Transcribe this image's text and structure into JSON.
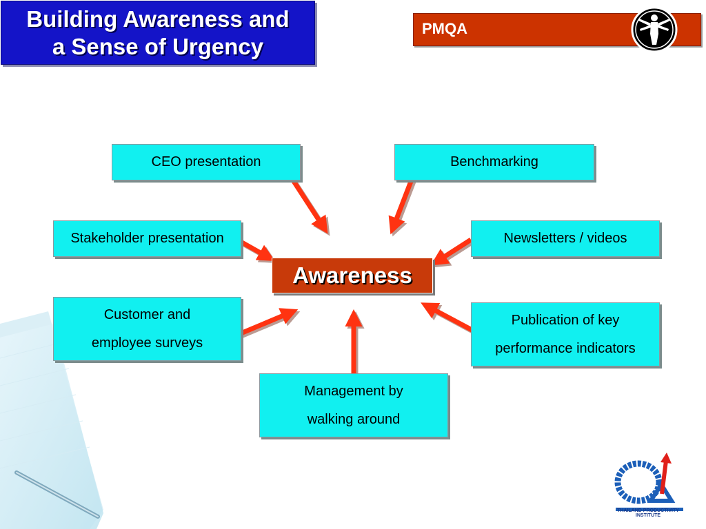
{
  "title": "Building Awareness and\na Sense of Urgency",
  "header_tag": "PMQA",
  "center": "Awareness",
  "sources": {
    "ceo": "CEO presentation",
    "benchmarking": "Benchmarking",
    "stakeholder": "Stakeholder presentation",
    "newsletters": "Newsletters / videos",
    "surveys": "Customer and\nemployee surveys",
    "kpi": "Publication of key\nperformance indicators",
    "mbwa": "Management by\nwalking around"
  },
  "logo": {
    "org_en": "THAILAND PRODUCTIVITY INSTITUTE"
  },
  "colors": {
    "title_bg": "#1414c8",
    "header_bg": "#cc3300",
    "source_box": "#11f0f0",
    "center_box": "#c83a0a",
    "arrow": "#ff3311"
  }
}
